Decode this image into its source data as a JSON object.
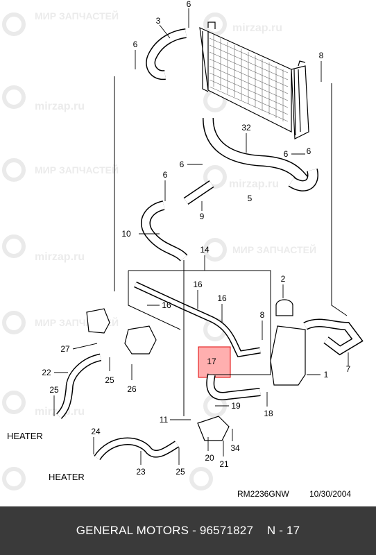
{
  "diagram": {
    "callouts": [
      "3",
      "6",
      "6",
      "8",
      "32",
      "6",
      "6",
      "5",
      "9",
      "10",
      "14",
      "2",
      "16",
      "16",
      "16",
      "8",
      "1",
      "17",
      "7",
      "27",
      "22",
      "25",
      "26",
      "25",
      "19",
      "18",
      "11",
      "34",
      "24",
      "20",
      "21",
      "23",
      "25"
    ],
    "heater_labels": [
      "HEATER",
      "HEATER"
    ],
    "ref_code": "RM2236GNW",
    "ref_date": "10/30/2004",
    "highlight_part": "17",
    "highlight_color": "#ff3b3b",
    "watermark": {
      "logo_text": "МИР ЗАПЧАСТЕЙ",
      "site": "mirzap.ru"
    }
  },
  "footer": {
    "brand": "GENERAL MOTORS",
    "part_number": "96571827",
    "ref": "N - 17"
  }
}
